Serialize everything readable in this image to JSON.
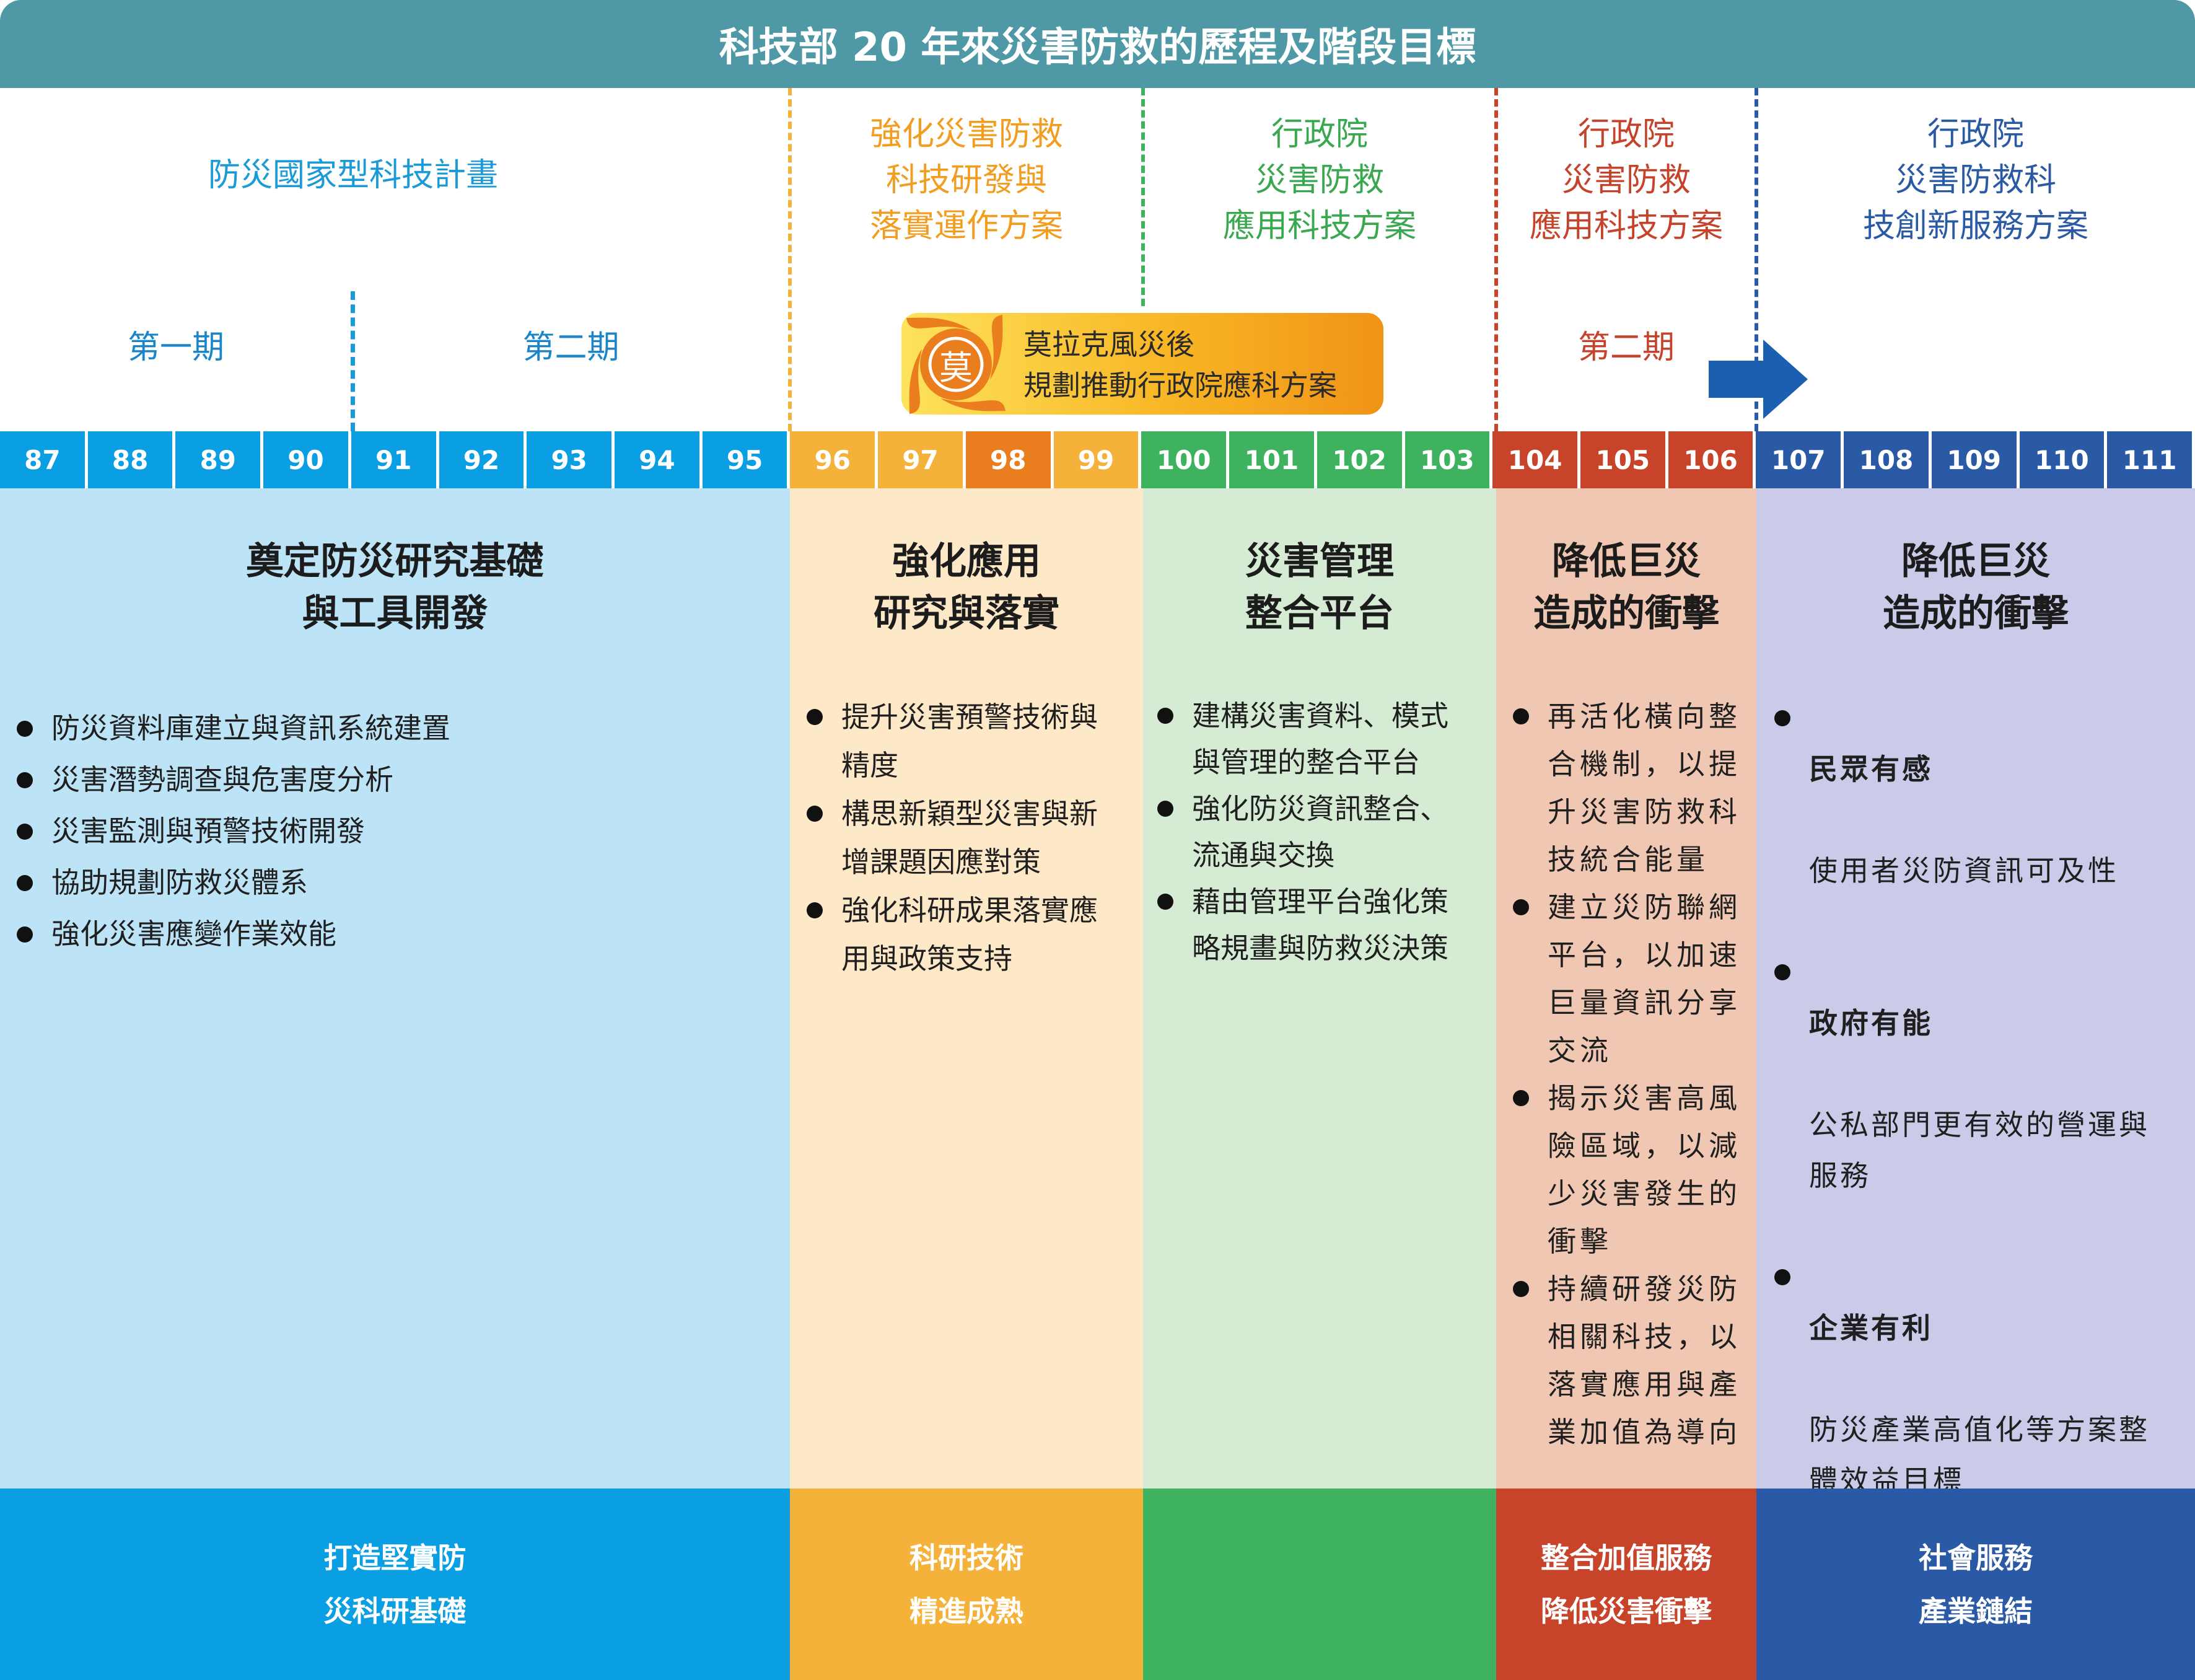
{
  "title": "科技部 20 年來災害防救的歷程及階段目標",
  "colors": {
    "title_bg": "#4e99a5",
    "blue": "#0a9fe3",
    "yellow": "#f5b23a",
    "orange": "#ea7d1e",
    "green": "#3fb260",
    "red": "#c7432a",
    "navy": "#2a5aa6",
    "bg_blue": "#bce3f6",
    "bg_yellow": "#fde8c8",
    "bg_green": "#d5ebd3",
    "bg_red": "#efc7b2",
    "bg_navy": "#c9cbe8"
  },
  "plans": [
    {
      "label": "防災國家型科技計畫",
      "color": "#1a9ad6"
    },
    {
      "label": "強化災害防救\n科技研發與\n落實運作方案",
      "color": "#f29d1f"
    },
    {
      "label": "行政院\n災害防救\n應用科技方案",
      "color": "#39a84f"
    },
    {
      "label": "行政院\n災害防救\n應用科技方案",
      "color": "#c5432a"
    },
    {
      "label": "行政院\n災害防救科\n技創新服務方案",
      "color": "#2b5aa5"
    }
  ],
  "phases": {
    "first": "第一期",
    "second_blue": "第二期",
    "second_red": "第二期"
  },
  "morakot": {
    "icon_char": "莫",
    "line1": "莫拉克風災後",
    "line2": "規劃推動行政院應科方案"
  },
  "years": [
    "87",
    "88",
    "89",
    "90",
    "91",
    "92",
    "93",
    "94",
    "95",
    "96",
    "97",
    "98",
    "99",
    "100",
    "101",
    "102",
    "103",
    "104",
    "105",
    "106",
    "107",
    "108",
    "109",
    "110",
    "111"
  ],
  "stages": [
    {
      "title": "奠定防災研究基礎\n與工具開發",
      "items": [
        "防災資料庫建立與資訊系統建置",
        "災害潛勢調查與危害度分析",
        "災害監測與預警技術開發",
        "協助規劃防救災體系",
        "強化災害應變作業效能"
      ],
      "footer": "打造堅實防\n災科研基礎"
    },
    {
      "title": "強化應用\n研究與落實",
      "items": [
        "提升災害預警技術與\n精度",
        "構思新穎型災害與新\n增課題因應對策",
        "強化科研成果落實應\n用與政策支持"
      ],
      "footer": "科研技術\n精進成熟"
    },
    {
      "title": "災害管理\n整合平台",
      "items": [
        "建構災害資料、模式\n與管理的整合平台",
        "強化防災資訊整合、\n流通與交換",
        "藉由管理平台強化策\n略規畫與防救災決策"
      ],
      "footer": ""
    },
    {
      "title": "降低巨災\n造成的衝擊",
      "items": [
        "再活化橫向整\n合機制，以提\n升災害防救科\n技統合能量",
        "建立災防聯網\n平台，以加速\n巨量資訊分享\n交流",
        "揭示災害高風\n險區域，以減\n少災害發生的\n衝擊",
        "持續研發災防\n相關科技，以\n落實應用與產\n業加值為導向"
      ],
      "footer": "整合加值服務\n降低災害衝擊"
    },
    {
      "title": "降低巨災\n造成的衝擊",
      "items": [
        {
          "head": "民眾有感",
          "body": "使用者災防資訊可及性"
        },
        {
          "head": "政府有能",
          "body": "公私部門更有效的營運與\n服務"
        },
        {
          "head": "企業有利",
          "body": "防災產業高值化等方案整\n體效益目標"
        }
      ],
      "footer": "社會服務\n產業鏈結"
    }
  ]
}
